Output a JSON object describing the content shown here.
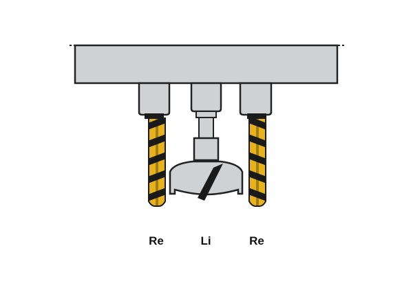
{
  "labels": {
    "left": "Re",
    "center": "Li",
    "right": "Re"
  },
  "colors": {
    "housing_fill": "#d0d1d2",
    "outline": "#222222",
    "drill_gold": "#e8b31a",
    "drill_dark": "#1a1a1a",
    "background": "#ffffff"
  },
  "icons": {
    "left_bit": "twist-drill-icon",
    "center_bit": "hinge-boring-bit-icon",
    "right_bit": "twist-drill-icon"
  }
}
